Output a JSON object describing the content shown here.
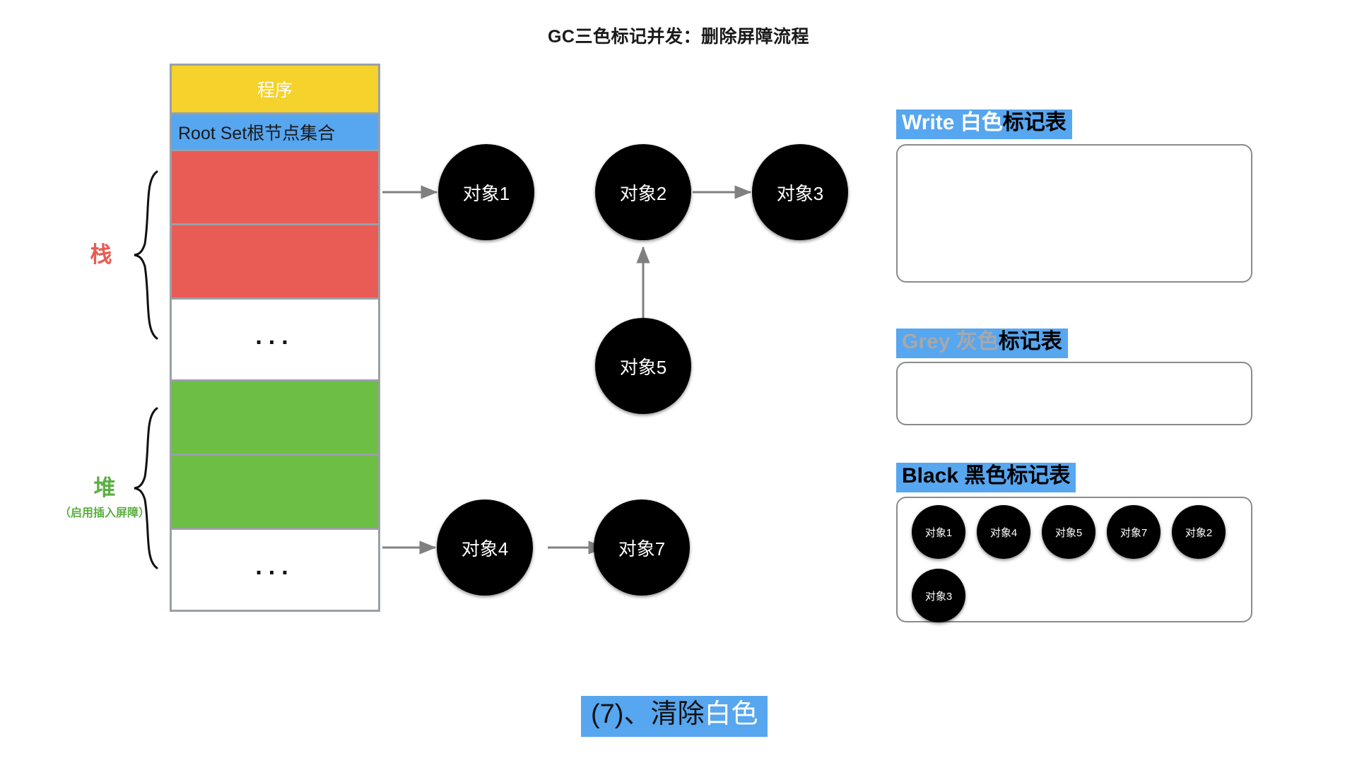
{
  "title": "GC三色标记并发：删除屏障流程",
  "memory": {
    "program_label": "程序",
    "root_set_label": "Root Set根节点集合",
    "ellipsis": "...",
    "blocks": [
      {
        "name": "program",
        "label": "程序",
        "color": "#F5D22C"
      },
      {
        "name": "root-set",
        "label": "Root Set根节点集合",
        "color": "#57A6F0"
      },
      {
        "name": "stack-slot-1",
        "label": "",
        "color": "#E95B55"
      },
      {
        "name": "stack-slot-2",
        "label": "",
        "color": "#E95B55"
      },
      {
        "name": "stack-ellipsis",
        "label": "...",
        "color": "#FFFFFF"
      },
      {
        "name": "heap-slot-1",
        "label": "",
        "color": "#6CBE45"
      },
      {
        "name": "heap-slot-2",
        "label": "",
        "color": "#6CBE45"
      },
      {
        "name": "heap-ellipsis",
        "label": "...",
        "color": "#FFFFFF"
      }
    ]
  },
  "side_labels": {
    "stack": "栈",
    "stack_color": "#E95B55",
    "heap": "堆",
    "heap_sub": "（启用插入屏障）",
    "heap_color": "#5BB042"
  },
  "graph": {
    "nodes": [
      {
        "id": "obj1",
        "label": "对象1"
      },
      {
        "id": "obj2",
        "label": "对象2"
      },
      {
        "id": "obj3",
        "label": "对象3"
      },
      {
        "id": "obj5",
        "label": "对象5"
      },
      {
        "id": "obj4",
        "label": "对象4"
      },
      {
        "id": "obj7",
        "label": "对象7"
      }
    ],
    "edges": [
      {
        "from": "stack-slot-1",
        "to": "obj1"
      },
      {
        "from": "obj2",
        "to": "obj3"
      },
      {
        "from": "obj5",
        "to": "obj2"
      },
      {
        "from": "heap-slot-2",
        "to": "obj4"
      },
      {
        "from": "obj4",
        "to": "obj7"
      }
    ],
    "arrow_color": "#808080"
  },
  "tables": [
    {
      "name": "write-white-table",
      "title_keyword": "Write 白色",
      "title_suffix": "标记表",
      "keyword_color": "#FFFFFF",
      "items": []
    },
    {
      "name": "grey-table",
      "title_keyword": "Grey 灰色",
      "title_suffix": "标记表",
      "keyword_color": "#A8A8A8",
      "items": []
    },
    {
      "name": "black-table",
      "title_keyword": "Black 黑色",
      "title_suffix": "标记表",
      "keyword_color": "#000000",
      "items": [
        "对象1",
        "对象4",
        "对象5",
        "对象7",
        "对象2",
        "对象3"
      ]
    }
  ],
  "caption": {
    "prefix": "(7)、清除",
    "highlight": "白色",
    "background": "#57A6F0"
  },
  "colors": {
    "yellow": "#F5D22C",
    "blue": "#57A6F0",
    "red": "#E95B55",
    "green": "#6CBE45",
    "node": "#000000",
    "border": "#9AA0A6",
    "arrow": "#808080"
  }
}
